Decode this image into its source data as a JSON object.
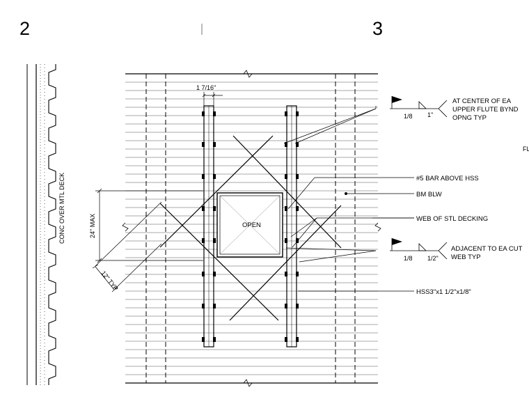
{
  "grid_lines": {
    "left": "2",
    "right": "3"
  },
  "section": {
    "label": "CONC OVER MTL DECK"
  },
  "opening": {
    "label": "OPEN"
  },
  "dimensions": {
    "hss_width": "1 7/16\"",
    "max_spacing": "24\" MAX",
    "typ_spacing": "12\" TYP"
  },
  "callouts": {
    "rebar": "#5 BAR ABOVE HSS",
    "beam": "BM BLW",
    "web": "WEB OF STL DECKING",
    "hss": "HSS3\"x1 1/2\"x1/8\""
  },
  "weld_symbols": [
    {
      "size": "1/8",
      "length": "1\"",
      "note_lines": [
        "AT CENTER OF EA",
        "UPPER FLUTE BYND",
        "OPNG TYP"
      ]
    },
    {
      "size": "1/8",
      "length": "1/2\"",
      "note_lines": [
        "ADJACENT TO EA CUT",
        "WEB TYP"
      ]
    }
  ],
  "edge_label": "FL",
  "colors": {
    "line": "#000000",
    "light_line": "#6a6a6a",
    "background": "#ffffff"
  }
}
